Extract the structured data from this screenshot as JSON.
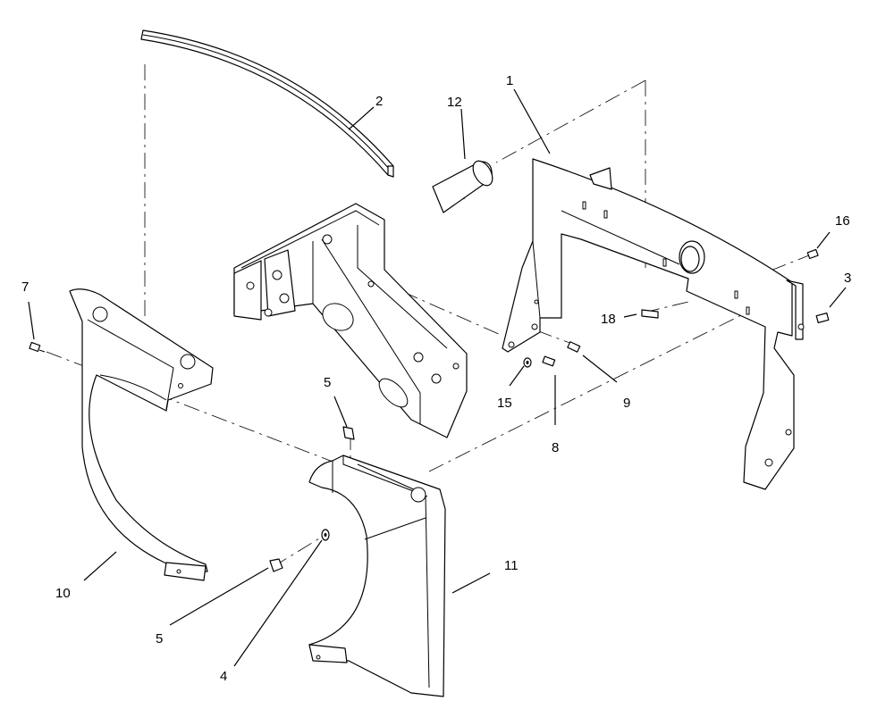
{
  "callouts": {
    "c1": "1",
    "c2": "2",
    "c3": "3",
    "c4": "4",
    "c5_top": "5",
    "c5_bottom": "5",
    "c7": "7",
    "c8": "8",
    "c9": "9",
    "c10": "10",
    "c11": "11",
    "c12": "12",
    "c15": "15",
    "c16": "16",
    "c18": "18"
  }
}
